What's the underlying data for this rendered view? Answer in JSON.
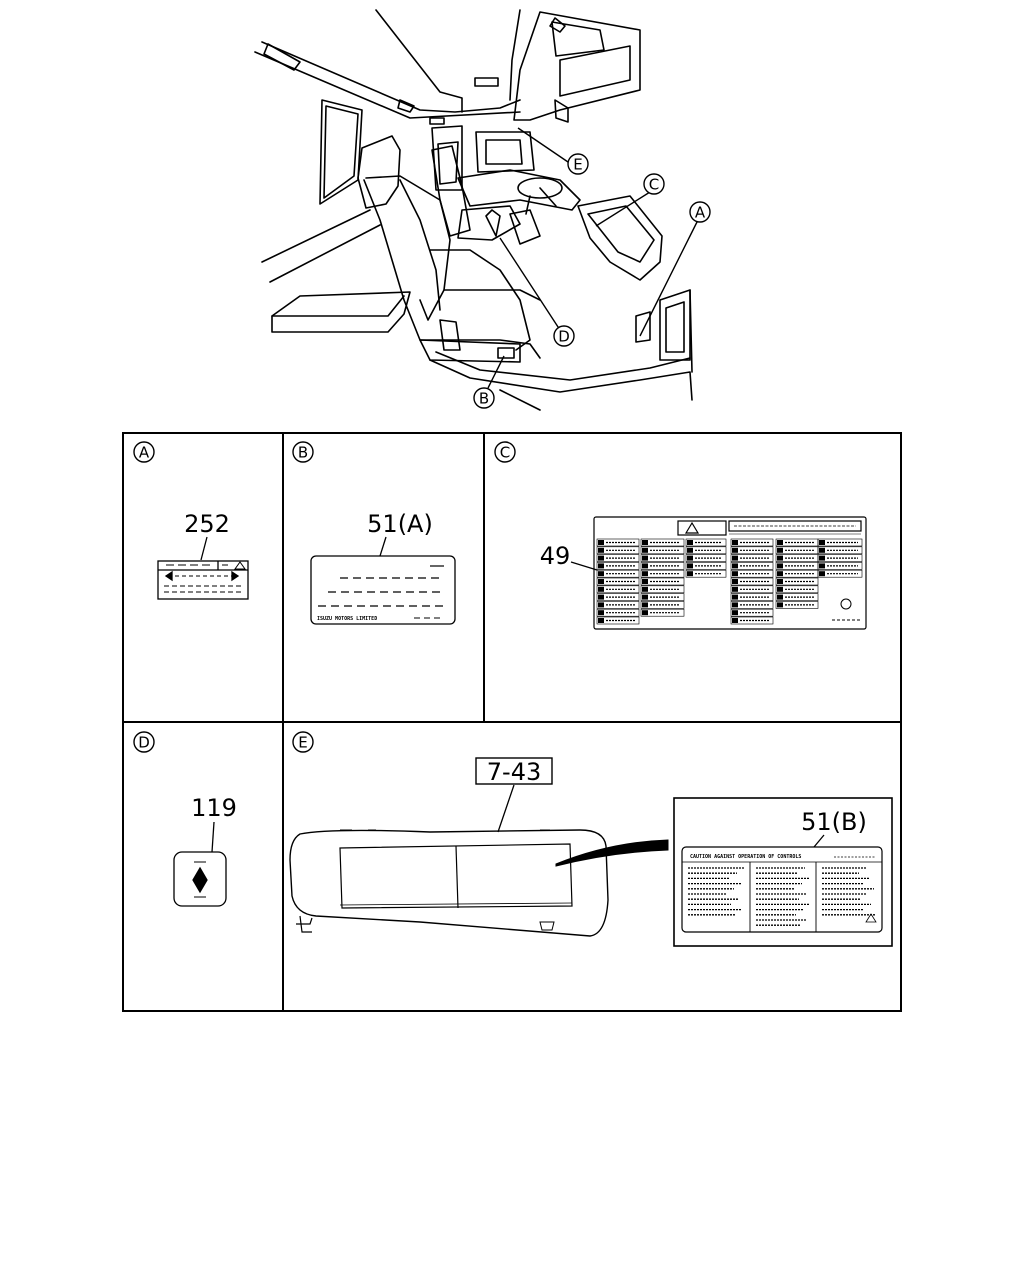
{
  "callouts": {
    "a": "A",
    "b": "B",
    "c": "C",
    "d": "D",
    "e": "E"
  },
  "panels": {
    "a": {
      "letter": "A",
      "part": "252"
    },
    "b": {
      "letter": "B",
      "part": "51(A)",
      "label_text": "ISUZU MOTORS LIMITED"
    },
    "c": {
      "letter": "C",
      "part": "49"
    },
    "d": {
      "letter": "D",
      "part": "119"
    },
    "e": {
      "letter": "E",
      "part": "7-43",
      "detail_part": "51(B)",
      "detail_title": "CAUTION AGAINST OPERATION OF CONTROLS"
    }
  },
  "colors": {
    "line": "#000000",
    "background": "#ffffff"
  }
}
